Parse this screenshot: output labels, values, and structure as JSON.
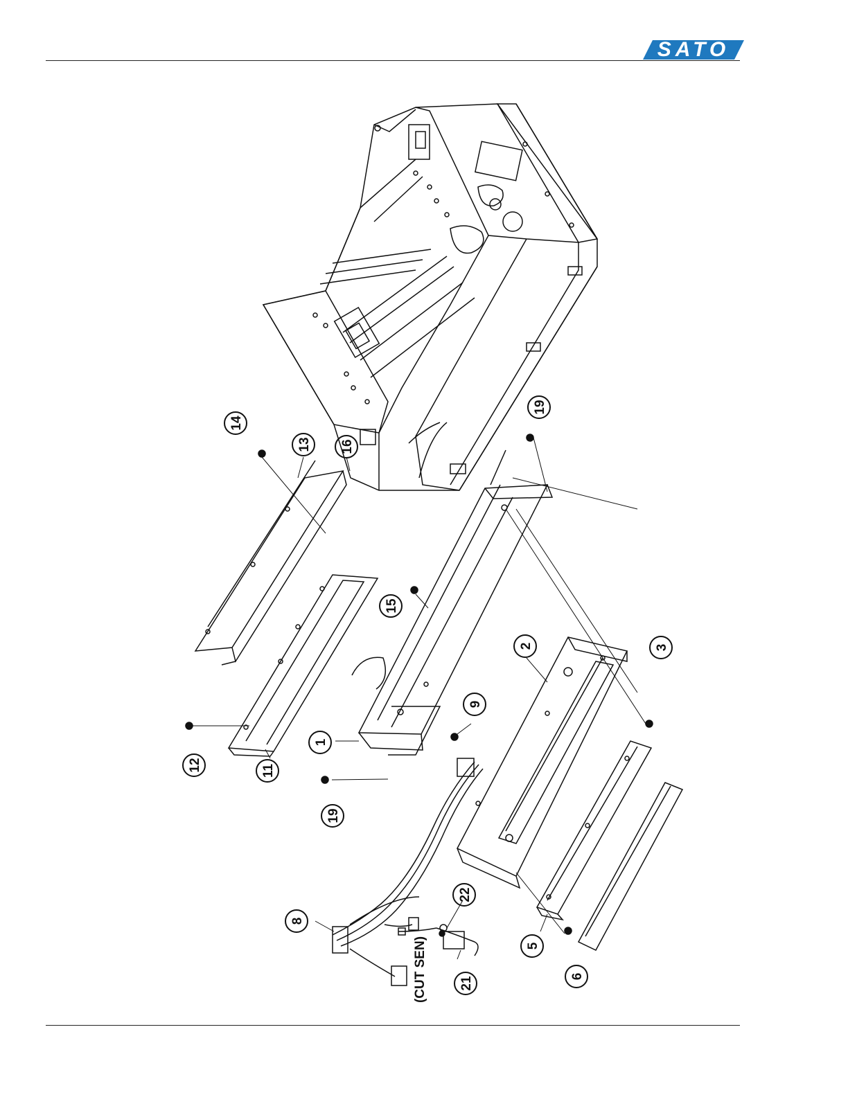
{
  "brand": {
    "logo_text": "SATO",
    "color": "#1f79bf"
  },
  "callouts": {
    "c1": "1",
    "c2": "2",
    "c3": "3",
    "c5": "5",
    "c6": "6",
    "c8": "8",
    "c9": "9",
    "c11": "11",
    "c12": "12",
    "c13": "13",
    "c14": "14",
    "c15": "15",
    "c16": "16",
    "c19a": "19",
    "c19b": "19",
    "c21": "21",
    "c22": "22"
  },
  "connector_label": "(CUT SEN)"
}
